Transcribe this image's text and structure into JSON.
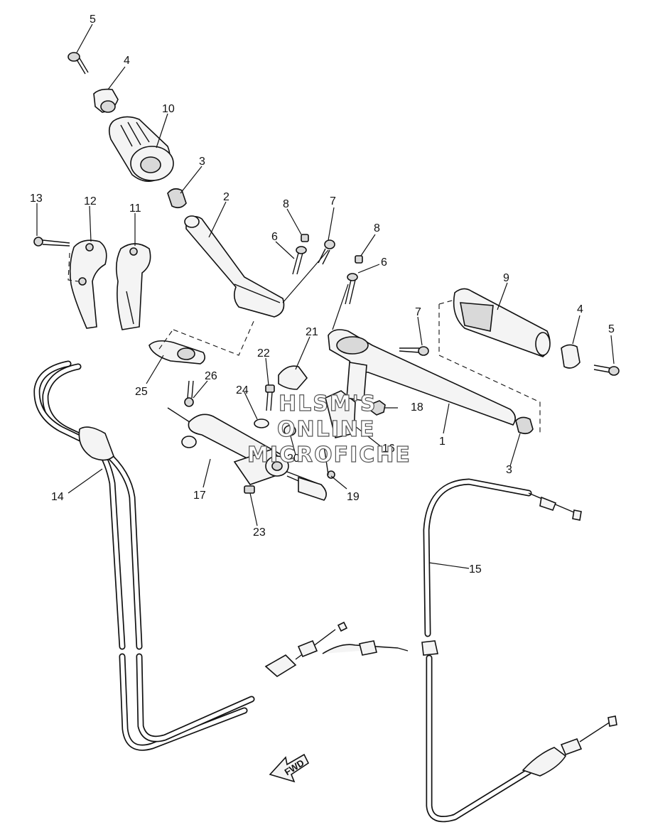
{
  "diagram": {
    "callouts": {
      "c1": "1",
      "c2": "2",
      "c3a": "3",
      "c3b": "3",
      "c4a": "4",
      "c4b": "4",
      "c5a": "5",
      "c5b": "5",
      "c6a": "6",
      "c6b": "6",
      "c7a": "7",
      "c7b": "7",
      "c8a": "8",
      "c8b": "8",
      "c9": "9",
      "c10": "10",
      "c11": "11",
      "c12": "12",
      "c13": "13",
      "c14": "14",
      "c15": "15",
      "c16": "16",
      "c17": "17",
      "c18": "18",
      "c19": "19",
      "c20": "20",
      "c21": "21",
      "c22": "22",
      "c23": "23",
      "c24": "24",
      "c25": "25",
      "c26": "26"
    },
    "watermark": {
      "line1": "HLSM'S",
      "line2": "ONLINE",
      "line3": "MICROFICHE"
    },
    "direction_badge": "FWD"
  }
}
